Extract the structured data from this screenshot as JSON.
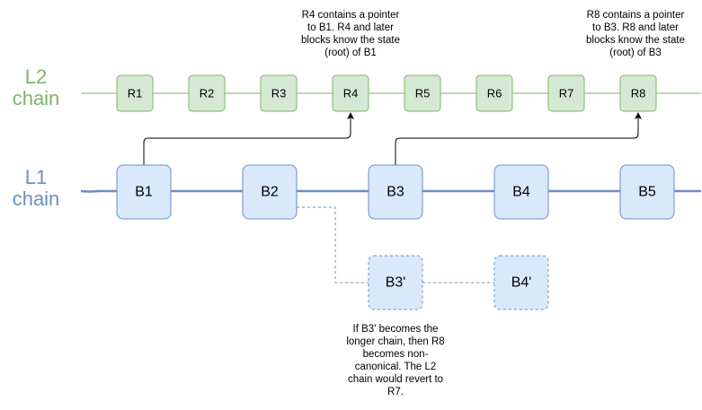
{
  "l2": {
    "label_line1": "L2",
    "label_line2": "chain",
    "blocks": [
      "R1",
      "R2",
      "R3",
      "R4",
      "R5",
      "R6",
      "R7",
      "R8"
    ]
  },
  "l1": {
    "label_line1": "L1",
    "label_line2": "chain",
    "blocks": [
      "B1",
      "B2",
      "B3",
      "B4",
      "B5"
    ]
  },
  "fork": {
    "blocks": [
      "B3'",
      "B4'"
    ]
  },
  "notes": {
    "r4": [
      "R4 contains a pointer",
      "to B1. R4 and later",
      "blocks know the state",
      "(root) of B1"
    ],
    "r8": [
      "R8 contains a pointer",
      "to B3. R8 and later",
      "blocks know the state",
      "(root) of B3"
    ],
    "fork": [
      "If B3' becomes the",
      "longer chain, then R8",
      "becomes non-",
      "canonical. The L2",
      "chain would revert to",
      "R7."
    ]
  },
  "colors": {
    "l2_fill": "#d5e8d4",
    "l2_stroke": "#82b366",
    "l1_fill": "#dae8fc",
    "l1_stroke": "#6c8ebf"
  }
}
